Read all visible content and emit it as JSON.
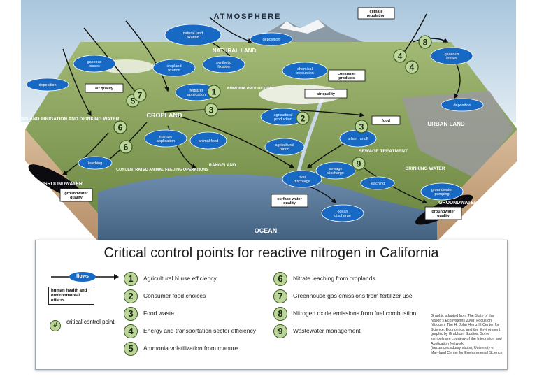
{
  "scene": {
    "regions": {
      "atmosphere": "ATMOSPHERE",
      "natural_land": "NATURAL LAND",
      "cropland": "CROPLAND",
      "cropland_irrigation": "CROPLAND IRRIGATION AND DRINKING WATER",
      "urban_land": "URBAN LAND",
      "rangeland": "RANGELAND",
      "ocean": "OCEAN",
      "groundwater_left": "GROUNDWATER",
      "groundwater_right": "GROUNDWATER",
      "sewage_treatment": "SEWAGE TREATMENT",
      "drinking_water": "DRINKING WATER",
      "cafo": "CONCENTRATED ANIMAL FEEDING OPERATIONS",
      "ammonia_production": "AMMONIA PRODUCTION"
    },
    "flows": {
      "natural_land_fixation": "natural land fixation",
      "deposition_top": "deposition",
      "gaseous_losses_left": "gaseous losses",
      "deposition_left": "deposition",
      "cropland_fixation": "cropland fixation",
      "synthetic_fixation": "synthetic fixation",
      "chemical_production": "chemical production",
      "gaseous_losses_right": "gaseous losses",
      "fertilizer_application": "fertilizer application",
      "deposition_right": "deposition",
      "agricultural_production": "agricultural production",
      "manure_application": "manure application",
      "animal_feed": "animal feed",
      "agricultural_runoff": "agricultural runoff",
      "urban_runoff": "urban runoff",
      "leaching_left": "leaching",
      "river_discharge": "river discharge",
      "sewage_discharge": "sewage discharge",
      "leaching_right": "leaching",
      "groundwater_pumping": "groundwater pumping",
      "ocean_discharge": "ocean discharge"
    },
    "boxes": {
      "climate_regulation": "climate regulation",
      "consumer_products": "consumer products",
      "air_quality_left": "air quality",
      "air_quality_center": "air quality",
      "food": "food",
      "groundwater_quality_left": "groundwater quality",
      "surface_water_quality": "surface water quality",
      "groundwater_quality_right": "groundwater quality"
    },
    "badge_numbers": {
      "b1": "1",
      "b2": "2",
      "b3a": "3",
      "b3b": "3",
      "b4a": "4",
      "b4b": "4",
      "b5": "5",
      "b6a": "6",
      "b6b": "6",
      "b7": "7",
      "b8": "8",
      "b9": "9"
    }
  },
  "legend": {
    "title": "Critical control points for reactive nitrogen in California",
    "flows_key": "flows",
    "box_key": "human health and environmental effects",
    "ccp_symbol": "#",
    "ccp_key": "critical control point",
    "items": [
      {
        "num": "1",
        "label": "Agricultural N use efficiency"
      },
      {
        "num": "2",
        "label": "Consumer food choices"
      },
      {
        "num": "3",
        "label": "Food waste"
      },
      {
        "num": "4",
        "label": "Energy and transportation sector efficiency"
      },
      {
        "num": "5",
        "label": "Ammonia volatilization from manure"
      },
      {
        "num": "6",
        "label": "Nitrate leaching from croplands"
      },
      {
        "num": "7",
        "label": "Greenhouse gas emissions from fertilizer use"
      },
      {
        "num": "8",
        "label": "Nitrogen oxide emissions from fuel combustion"
      },
      {
        "num": "9",
        "label": "Wastewater management"
      }
    ],
    "credit": "Graphic adapted from The State of the Nation's Ecosystems 2008: Focus on Nitrogen. The H. John Heinz III Center for Science, Economics, and the Environment; graphic by Grabhorn Studios. Some symbols are courtesy of the Integration and Application Network (ian.umces.edu/symbols), University of Maryland Center for Environmental Science."
  },
  "colors": {
    "flow_oval": "#1769c4",
    "badge_fill": "#bcd59a",
    "badge_stroke": "#3d5b23",
    "sky": "#c9dcea",
    "land": "#8aa15a",
    "ocean": "#59789a",
    "soil": "#c9a886"
  }
}
